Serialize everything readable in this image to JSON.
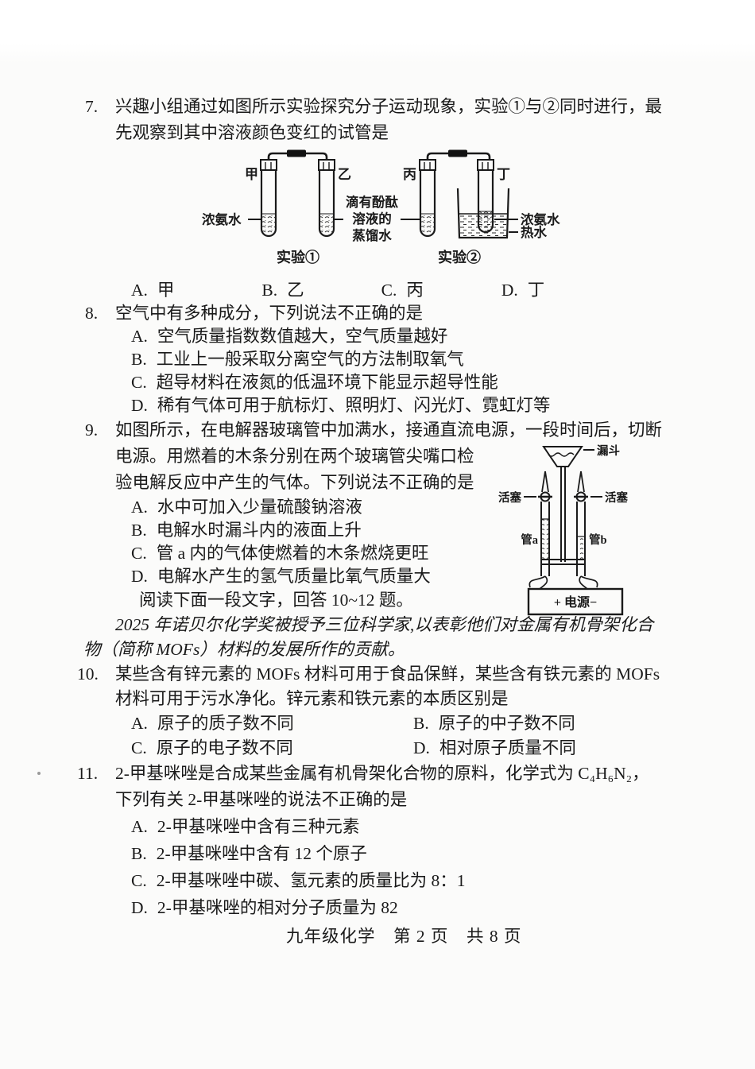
{
  "q7": {
    "number": "7.",
    "line1": "兴趣小组通过如图所示实验探究分子运动现象，实验①与②同时进行，最",
    "line2": "先观察到其中溶液颜色变红的试管是",
    "options": [
      {
        "label": "A.",
        "text": "甲"
      },
      {
        "label": "B.",
        "text": "乙"
      },
      {
        "label": "C.",
        "text": "丙"
      },
      {
        "label": "D.",
        "text": "丁"
      }
    ],
    "diagram": {
      "tube_jia": "甲",
      "tube_yi": "乙",
      "tube_bing": "丙",
      "tube_ding": "丁",
      "ammonia_left": "浓氨水",
      "middle_1": "滴有酚酞",
      "middle_2": "溶液的",
      "middle_3": "蒸馏水",
      "ammonia_right": "浓氨水",
      "hot_water": "热水",
      "caption_exp1": "实验①",
      "caption_exp2": "实验②"
    }
  },
  "q8": {
    "number": "8.",
    "stem": "空气中有多种成分，下列说法不正确的是",
    "options": [
      {
        "label": "A.",
        "text": "空气质量指数数值越大，空气质量越好"
      },
      {
        "label": "B.",
        "text": "工业上一般采取分离空气的方法制取氧气"
      },
      {
        "label": "C.",
        "text": "超导材料在液氮的低温环境下能显示超导性能"
      },
      {
        "label": "D.",
        "text": "稀有气体可用于航标灯、照明灯、闪光灯、霓虹灯等"
      }
    ]
  },
  "q9": {
    "number": "9.",
    "line1": "如图所示，在电解器玻璃管中加满水，接通直流电源，一段时间后，切断",
    "line2": "电源。用燃着的木条分别在两个玻璃管尖嘴口检",
    "line3": "验电解反应中产生的气体。下列说法不正确的是",
    "options": [
      {
        "label": "A.",
        "text": "水中可加入少量硫酸钠溶液"
      },
      {
        "label": "B.",
        "text": "电解水时漏斗内的液面上升"
      },
      {
        "label": "C.",
        "text": "管 a 内的气体使燃着的木条燃烧更旺"
      },
      {
        "label": "D.",
        "text": "电解水产生的氢气质量比氧气质量大"
      }
    ],
    "diagram": {
      "funnel": "漏斗",
      "stopcock_left": "活塞",
      "stopcock_right": "活塞",
      "tube_a": "管a",
      "tube_b": "管b",
      "power": "+ 电源−"
    }
  },
  "reading": {
    "intro": "阅读下面一段文字，回答 10~12 题。",
    "line1": "2025 年诺贝尔化学奖被授予三位科学家,以表彰他们对金属有机骨架化合",
    "line2": "物（简称 MOFs）材料的发展所作的贡献。"
  },
  "q10": {
    "number": "10.",
    "line1": "某些含有锌元素的 MOFs 材料可用于食品保鲜，某些含有铁元素的 MOFs",
    "line2": "材料可用于污水净化。锌元素和铁元素的本质区别是",
    "options": [
      {
        "label": "A.",
        "text": "原子的质子数不同"
      },
      {
        "label": "B.",
        "text": "原子的中子数不同"
      },
      {
        "label": "C.",
        "text": "原子的电子数不同"
      },
      {
        "label": "D.",
        "text": "相对原子质量不同"
      }
    ]
  },
  "q11": {
    "number": "11.",
    "line1": "2-甲基咪唑是合成某些金属有机骨架化合物的原料，化学式为 C₄H₆N₂，",
    "line2": "下列有关 2-甲基咪唑的说法不正确的是",
    "options": [
      {
        "label": "A.",
        "text": "2-甲基咪唑中含有三种元素"
      },
      {
        "label": "B.",
        "text": "2-甲基咪唑中含有 12 个原子"
      },
      {
        "label": "C.",
        "text": "2-甲基咪唑中碳、氢元素的质量比为 8：1"
      },
      {
        "label": "D.",
        "text": "2-甲基咪唑的相对分子质量为 82"
      }
    ]
  },
  "footer": "九年级化学　第 2 页　共 8 页"
}
